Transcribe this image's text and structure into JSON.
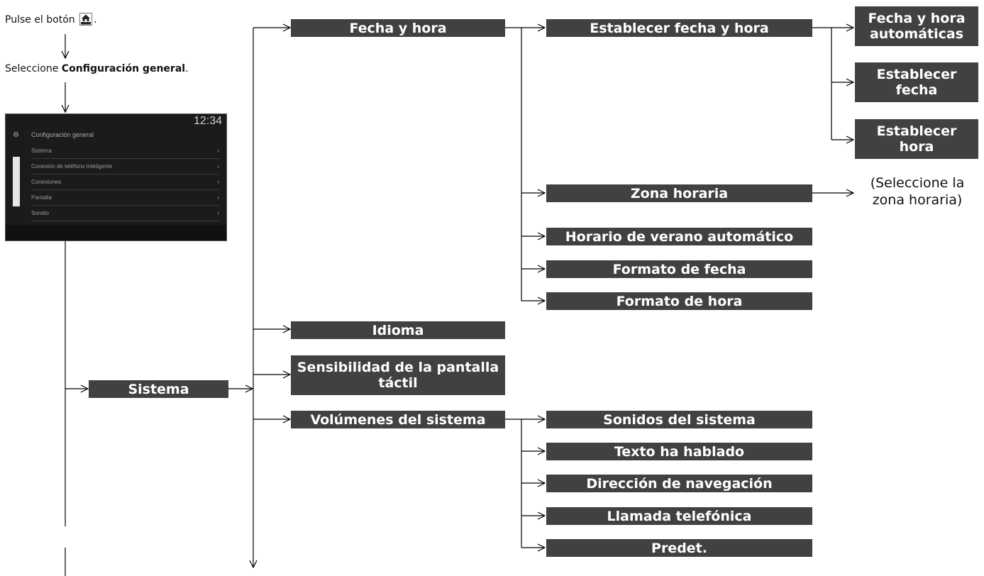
{
  "instructions": {
    "step1_prefix": "Pulse el botón",
    "step1_icon": "home-button-icon",
    "step1_suffix": ".",
    "step2_prefix": "Seleccione ",
    "step2_bold": "Configuración general",
    "step2_suffix": "."
  },
  "screen": {
    "clock": "12:34",
    "title": "Configuración general",
    "items": [
      "Sistema",
      "Conexión de teléfono inteligente",
      "Conexiones",
      "Pantalla",
      "Sonido"
    ]
  },
  "nodes": {
    "sistema": "Sistema",
    "fecha_y_hora": "Fecha y hora",
    "idioma": "Idioma",
    "sensibilidad": "Sensibilidad de la pantalla táctil",
    "volumenes": "Volúmenes del sistema",
    "establecer_fecha_y_hora": "Establecer fecha y hora",
    "zona_horaria": "Zona horaria",
    "horario_verano": "Horario de verano automático",
    "formato_fecha": "Formato de fecha",
    "formato_hora": "Formato de hora",
    "fecha_hora_automaticas": "Fecha y hora automáticas",
    "establecer_fecha": "Establecer fecha",
    "establecer_hora": "Establecer hora",
    "seleccione_zona": "(Seleccione la zona horaria)",
    "sonidos_sistema": "Sonidos del sistema",
    "texto_hablado": "Texto ha hablado",
    "direccion_navegacion": "Dirección de navegación",
    "llamada_telefonica": "Llamada telefónica",
    "predet": "Predet."
  },
  "colors": {
    "box": "#414141",
    "box_text": "#ffffff",
    "line": "#000000"
  }
}
